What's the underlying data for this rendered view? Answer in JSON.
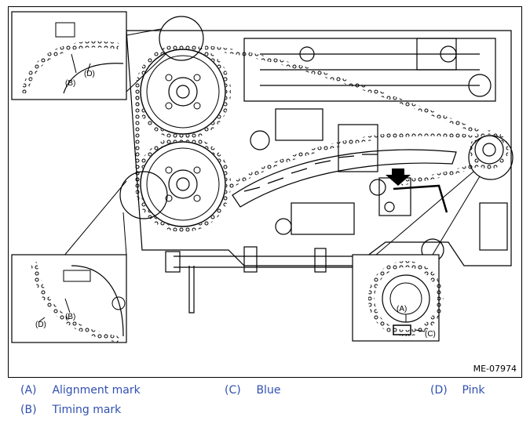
{
  "figure": {
    "code": "ME-07974",
    "callouts": {
      "top_left_b": "(B)",
      "top_left_d": "(D)",
      "bottom_left_b": "(B)",
      "bottom_left_d": "(D)",
      "bottom_right_a": "(A)",
      "bottom_right_c": "(C)"
    }
  },
  "legend": [
    {
      "key": "(A)",
      "label": "Alignment mark"
    },
    {
      "key": "(C)",
      "label": "Blue"
    },
    {
      "key": "(D)",
      "label": "Pink"
    },
    {
      "key": "(B)",
      "label": "Timing mark"
    }
  ],
  "colors": {
    "line": "#000000",
    "legend_text": "#3050b0"
  }
}
